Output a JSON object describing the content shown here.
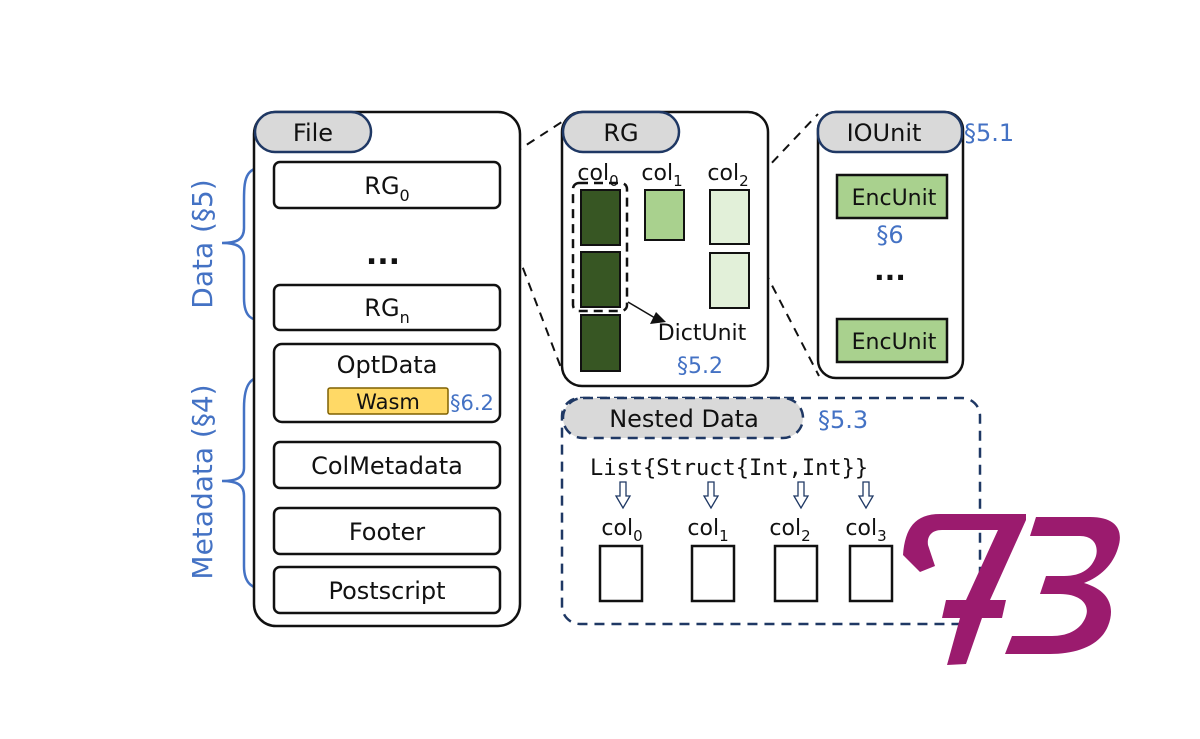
{
  "file": {
    "title": "File",
    "row_groups": [
      {
        "base": "RG",
        "sub": "0"
      },
      {
        "base": "RG",
        "sub": "n"
      }
    ],
    "ellipsis": "...",
    "optdata": {
      "label": "OptData",
      "wasm_label": "Wasm",
      "section": "§6.2"
    },
    "colmetadata": "ColMetadata",
    "footer": "Footer",
    "postscript": "Postscript"
  },
  "braces": {
    "data": "Data (§5)",
    "metadata": "Metadata (§4)"
  },
  "rg": {
    "title": "RG",
    "columns": [
      {
        "base": "col",
        "sub": "0"
      },
      {
        "base": "col",
        "sub": "1"
      },
      {
        "base": "col",
        "sub": "2"
      }
    ],
    "dict_unit": "DictUnit",
    "section": "§5.2",
    "colors": {
      "col0": "#375623",
      "col1": "#a9d18e",
      "col2": "#e2f0d9"
    }
  },
  "iounit": {
    "title": "IOUnit",
    "section": "§5.1",
    "enc_units": [
      "EncUnit",
      "EncUnit"
    ],
    "enc_section": "§6",
    "ellipsis": "...",
    "enc_color": "#a9d18e"
  },
  "nested": {
    "title": "Nested Data",
    "section": "§5.3",
    "type_expr": "List{Struct{Int,Int}}",
    "columns": [
      {
        "base": "col",
        "sub": "0"
      },
      {
        "base": "col",
        "sub": "1"
      },
      {
        "base": "col",
        "sub": "2"
      },
      {
        "base": "col",
        "sub": "3"
      }
    ]
  },
  "logo": {
    "text": "F3",
    "color": "#9b1b6e"
  },
  "colors": {
    "accent_blue": "#4472c4",
    "header_fill": "#d9d9d9",
    "header_stroke": "#1f3864",
    "wasm_fill": "#ffd966"
  }
}
